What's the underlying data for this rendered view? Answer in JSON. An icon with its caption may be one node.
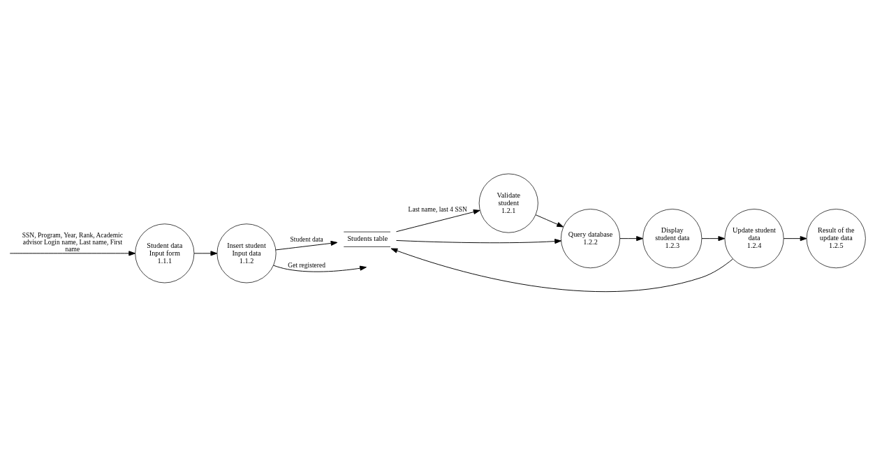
{
  "diagram": {
    "nodes": [
      {
        "text": [
          "Student data Input form",
          "1.1.1"
        ]
      },
      {
        "text": [
          "Insert student Input data",
          "1.1.2"
        ]
      },
      {
        "text": [
          "Students table"
        ]
      },
      {
        "text": [
          "Validate student",
          "1.2.1"
        ]
      },
      {
        "text": [
          "Query database",
          "1.2.2"
        ]
      },
      {
        "text": [
          "Display student data",
          "1.2.3"
        ]
      },
      {
        "text": [
          "Update student data",
          "1.2.4"
        ]
      },
      {
        "text": [
          "Result of the update data",
          "1.2.5"
        ]
      }
    ],
    "edges": [
      {
        "from": null,
        "to": 0,
        "arrow": "to",
        "label": "SSN, Program, Year, Rank, Academic advisor Login name, Last name, First name"
      },
      {
        "from": 0,
        "to": 1,
        "arrow": "to"
      },
      {
        "from": 1,
        "to": null,
        "arrow": "to",
        "label": "Get registered"
      },
      {
        "from": 1,
        "to": 2,
        "arrow": "to",
        "label": "Student data"
      },
      {
        "from": 2,
        "to": 3,
        "arrow": "to",
        "label": "Last name, last 4 SSN"
      },
      {
        "from": 3,
        "to": 4,
        "arrow": "to"
      },
      {
        "from": 2,
        "to": 4,
        "arrow": "to"
      },
      {
        "from": 4,
        "to": 5,
        "arrow": "to"
      },
      {
        "from": 5,
        "to": 6,
        "arrow": "to"
      },
      {
        "from": 6,
        "to": 2,
        "arrow": "to"
      },
      {
        "from": 6,
        "to": 7,
        "arrow": "to"
      }
    ]
  }
}
